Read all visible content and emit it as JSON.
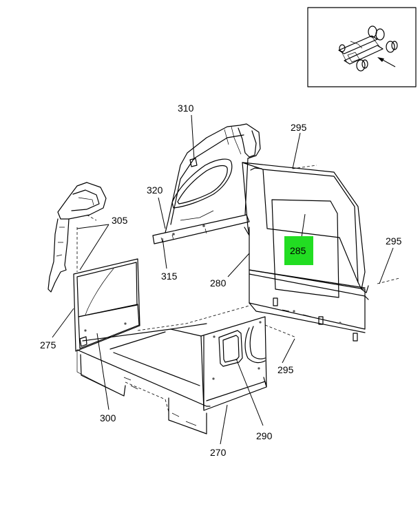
{
  "callouts": [
    {
      "id": "c310",
      "text": "310"
    },
    {
      "id": "c295a",
      "text": "295"
    },
    {
      "id": "c320",
      "text": "320"
    },
    {
      "id": "c305",
      "text": "305"
    },
    {
      "id": "c285",
      "text": "285"
    },
    {
      "id": "c295b",
      "text": "295"
    },
    {
      "id": "c315",
      "text": "315"
    },
    {
      "id": "c280",
      "text": "280"
    },
    {
      "id": "c275",
      "text": "275"
    },
    {
      "id": "c295c",
      "text": "295"
    },
    {
      "id": "c300",
      "text": "300"
    },
    {
      "id": "c290",
      "text": "290"
    },
    {
      "id": "c270",
      "text": "270"
    }
  ],
  "highlight": {
    "callout": "285",
    "color": "#22dd22"
  }
}
